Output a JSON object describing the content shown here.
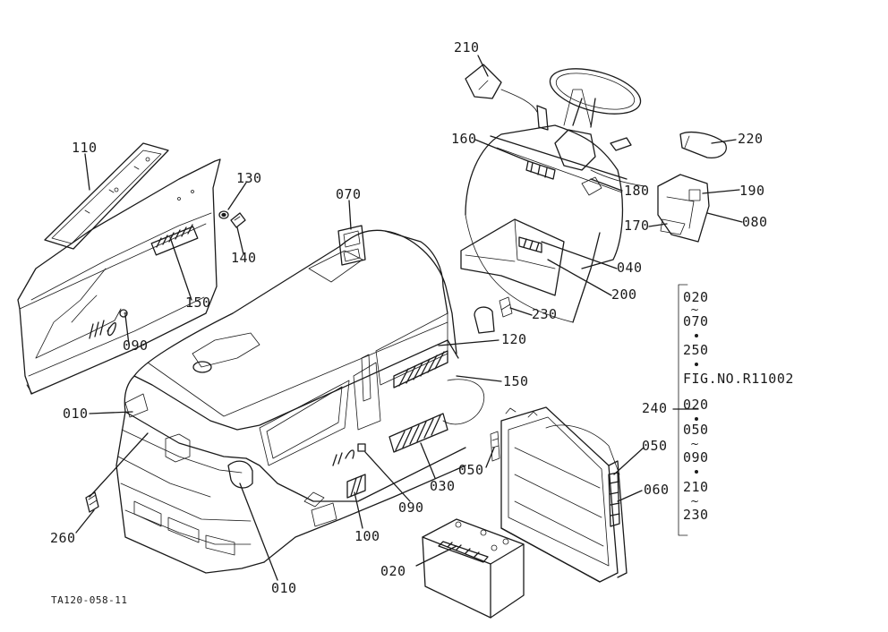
{
  "parts": {
    "p210": "210",
    "p160": "160",
    "p220": "220",
    "p110": "110",
    "p130": "130",
    "p070": "070",
    "p180": "180",
    "p190": "190",
    "p170": "170",
    "p080": "080",
    "p140": "140",
    "p040": "040",
    "p200": "200",
    "p150a": "150",
    "p230": "230",
    "p090a": "090",
    "p120": "120",
    "p150b": "150",
    "p010a": "010",
    "p240": "240",
    "p050a": "050",
    "p060": "060",
    "p030": "030",
    "p050b": "050",
    "p090b": "090",
    "p100": "100",
    "p260": "260",
    "p020": "020",
    "p010b": "010"
  },
  "reference_list": {
    "r1": "020",
    "r2": "070",
    "r3": "250",
    "fig": "FIG.NO.R11002",
    "r4": "020",
    "r5": "050",
    "r6": "090",
    "r7": "210",
    "r8": "230"
  },
  "drawing_code": "TA120-058-11"
}
